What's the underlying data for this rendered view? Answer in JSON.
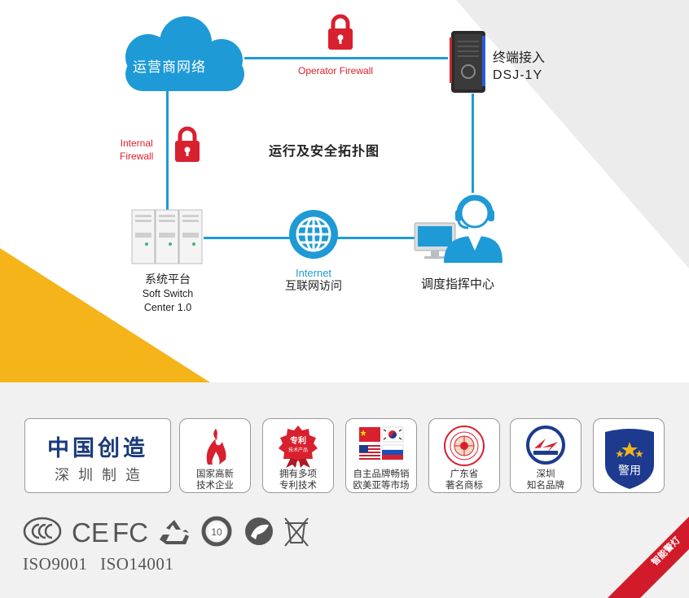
{
  "diagram": {
    "cloud_label": "运营商网络",
    "operator_firewall": "Operator Firewall",
    "internal_firewall_line1": "Internal",
    "internal_firewall_line2": "Firewall",
    "terminal_line1": "终端接入",
    "terminal_line2": "DSJ-1Y",
    "title": "运行及安全拓扑图",
    "server_cn": "系统平台",
    "server_en1": "Soft Switch",
    "server_en2": "Center 1.0",
    "internet_en": "Internet",
    "internet_cn": "互联网访问",
    "dispatch_label": "调度指挥中心"
  },
  "bottom": {
    "made_in_china": "中国创造",
    "made_in_shenzhen": "深圳制造",
    "badges": [
      {
        "line1": "国家高新",
        "line2": "技术企业",
        "icon": "flame-logo-icon"
      },
      {
        "line1": "拥有多项",
        "line2": "专利技术",
        "icon": "patent-badge-icon",
        "stamp_line1": "专利",
        "stamp_line2": "技术产品"
      },
      {
        "line1": "自主品牌畅销",
        "line2": "欧美亚等市场",
        "icon": "flags-icon"
      },
      {
        "line1": "广东省",
        "line2": "著名商标",
        "icon": "seal-icon"
      },
      {
        "line1": "深圳",
        "line2": "知名品牌",
        "icon": "brand-icon"
      },
      {
        "line1": "警用",
        "line2": "",
        "icon": "police-shield-icon"
      }
    ],
    "certifications": [
      "ccc-icon",
      "ce-icon",
      "fcc-icon",
      "recycle-icon",
      "10-year-icon",
      "eco-icon",
      "weee-icon"
    ],
    "fcc_label": "FC",
    "ce_label": "CE",
    "ten_label": "10",
    "iso_text": "ISO9001 ISO14001",
    "corner_ribbon": "智能警灯"
  },
  "colors": {
    "accent_blue": "#1e9ad6",
    "firewall_red": "#d8202f",
    "wedge_yellow": "#f4b41a",
    "ribbon_red": "#d21b2a",
    "navy": "#1a3a7a"
  }
}
